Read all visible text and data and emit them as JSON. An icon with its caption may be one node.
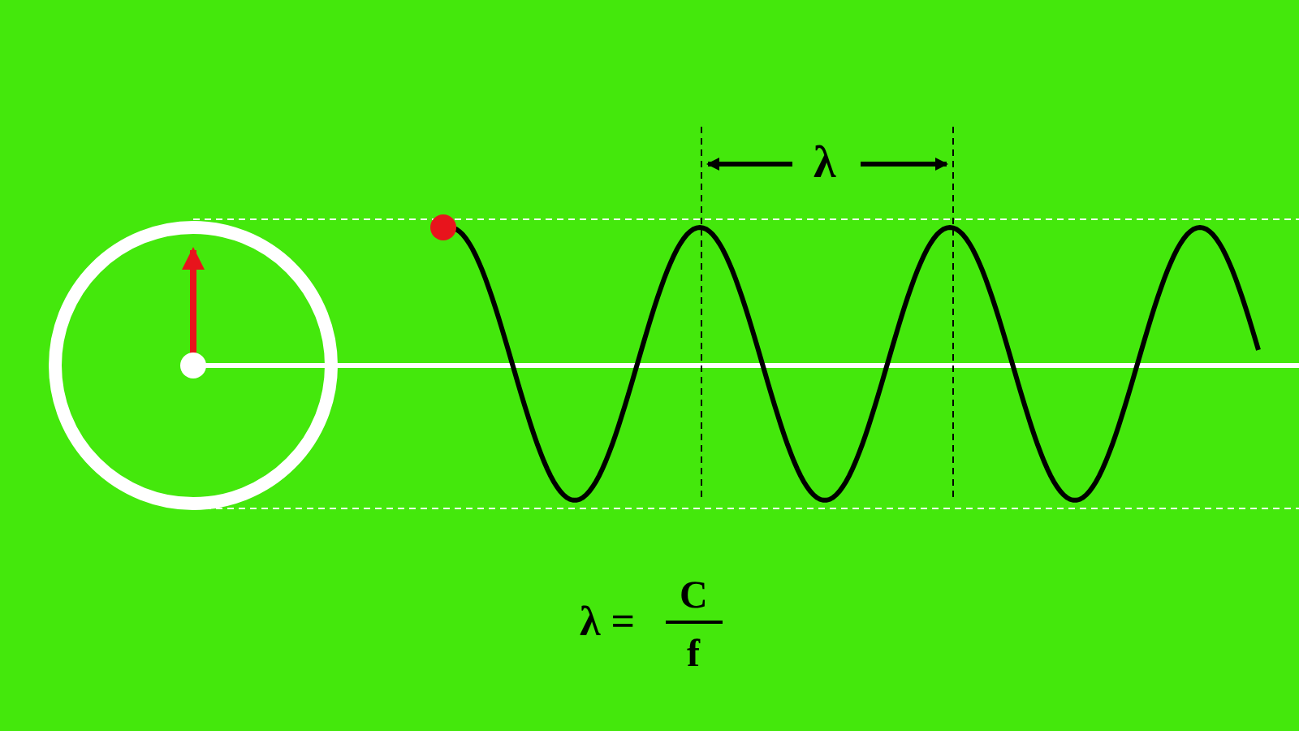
{
  "diagram": {
    "labels": [
      "λ",
      "λ =",
      "C",
      "f"
    ]
  }
}
